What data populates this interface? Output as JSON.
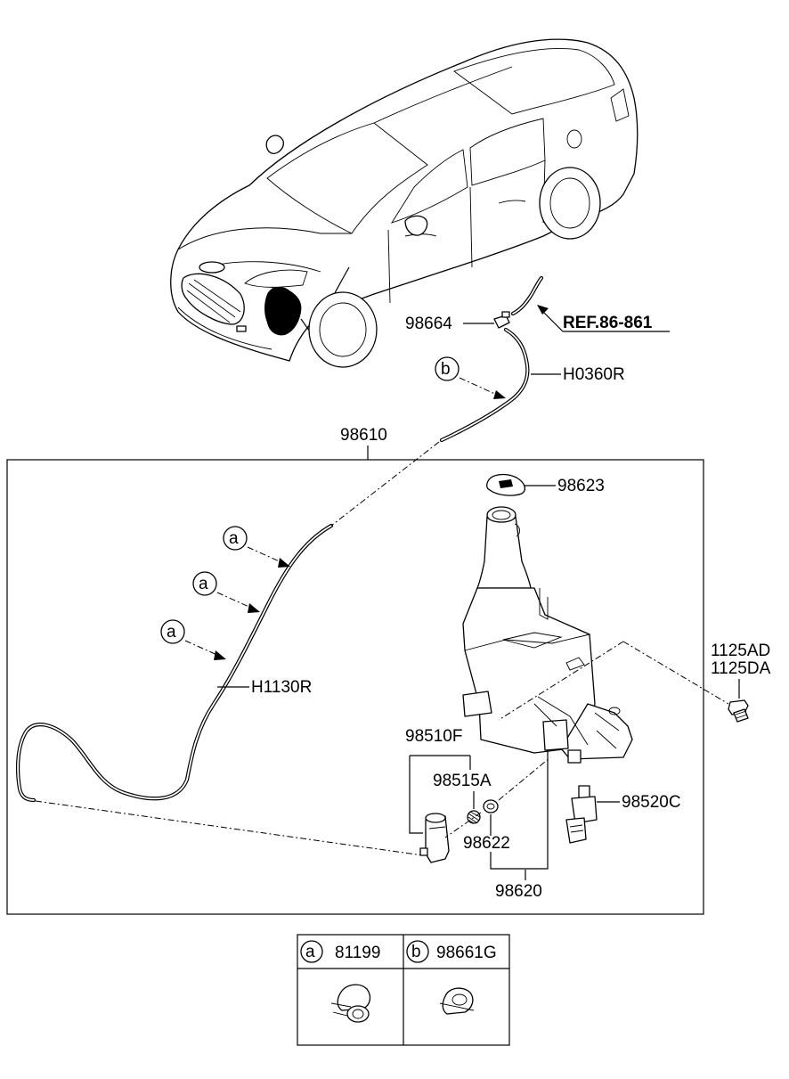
{
  "labels": {
    "p98664": "98664",
    "ref": "REF.86-861",
    "h0360r": "H0360R",
    "p98610": "98610",
    "p98623": "98623",
    "p1125ad": "1125AD",
    "p1125da": "1125DA",
    "h1130r": "H1130R",
    "p98510f": "98510F",
    "p98515a": "98515A",
    "p98520c": "98520C",
    "p98622": "98622",
    "p98620": "98620"
  },
  "callouts": {
    "a": "a",
    "b": "b"
  },
  "legend": {
    "items": [
      {
        "letter": "a",
        "part": "81199"
      },
      {
        "letter": "b",
        "part": "98661G"
      }
    ]
  }
}
